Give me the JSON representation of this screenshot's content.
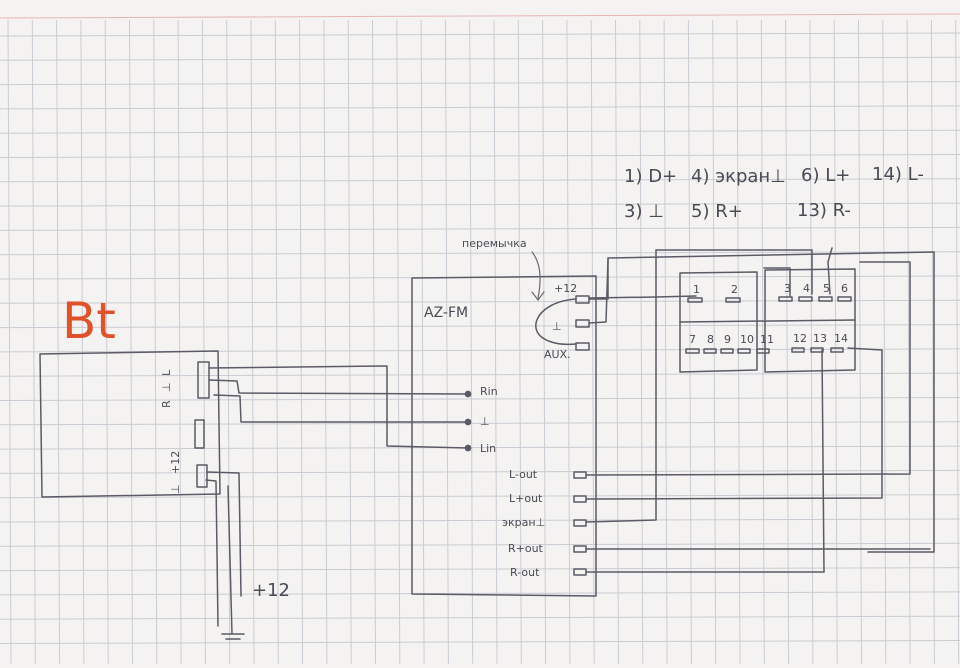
{
  "colors": {
    "paper": "#f4f3f1",
    "grid": "#c9ccd3",
    "ink": "#5b5a66",
    "red_ink": "#e0522a"
  },
  "bt_module": {
    "title": "Bt",
    "pin_r": "R",
    "pin_gnd_top": "⊥",
    "pin_l": "L",
    "pin_plus12": "+12",
    "pin_gnd_bottom": "⊥"
  },
  "power_label": "+12",
  "az_fm": {
    "title": "AZ-FM",
    "inputs": [
      "Rin",
      "⊥",
      "Lin"
    ],
    "outputs": [
      "L-out",
      "L+out",
      "экран⊥",
      "R+out",
      "R-out"
    ],
    "aux_pins": [
      "+12",
      "⊥",
      "AUX."
    ]
  },
  "jumper_label": "перемычка",
  "connector": {
    "top_pins": [
      "1",
      "2",
      "3",
      "4",
      "5",
      "6"
    ],
    "bottom_pins": [
      "7",
      "8",
      "9",
      "10",
      "11",
      "12",
      "13",
      "14"
    ]
  },
  "legend": {
    "row1": [
      "1) D+",
      "4) экран⊥",
      "6) L+",
      "14) L-"
    ],
    "row2": [
      "3) ⊥",
      "5) R+",
      "13) R-"
    ]
  }
}
